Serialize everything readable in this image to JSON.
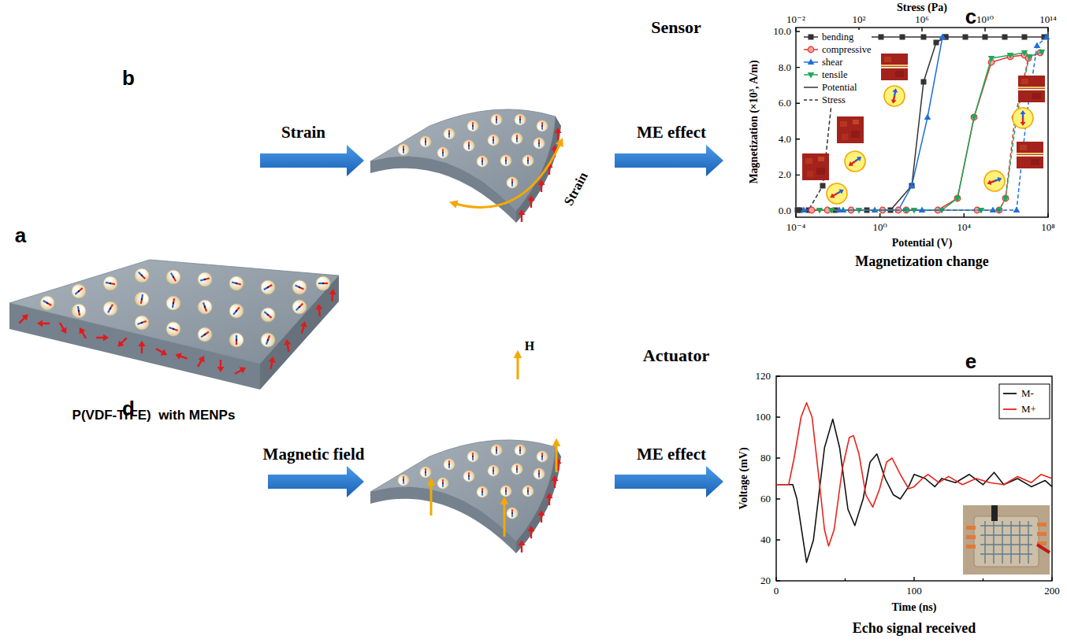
{
  "diagram": {
    "labels": [
      "b",
      "Strain",
      "Sensor",
      "ME effect",
      "c",
      "Stress (Pa)",
      "10⁻²",
      "10²",
      "10⁶",
      "10¹⁰",
      "10¹⁴",
      "10.0",
      "8.0",
      "6.0",
      "4.0",
      "2.0",
      "0.0",
      "Magnetization (×10³, A/m)",
      "10⁻⁴",
      "10⁰",
      "10⁴",
      "10⁸",
      "Potential (V)",
      "Magnetization change",
      "Strain",
      "a",
      "P(VDF-TrFE)  with MENPs",
      "d",
      "Actuator",
      "H",
      "Magnetic field",
      "ME effect",
      "e",
      "120",
      "100",
      "80",
      "60",
      "40",
      "20",
      "Voltage (mV)",
      "0",
      "100",
      "200",
      "Time (ns)",
      "Echo signal received"
    ],
    "legend": [
      {
        "text": "bending"
      },
      {
        "text": "compressive"
      },
      {
        "text": "shear"
      },
      {
        "text": "tensile"
      },
      {
        "text": "Potential"
      },
      {
        "text": "Stress"
      },
      {
        "text": "M-"
      },
      {
        "text": "M+"
      }
    ]
  }
}
